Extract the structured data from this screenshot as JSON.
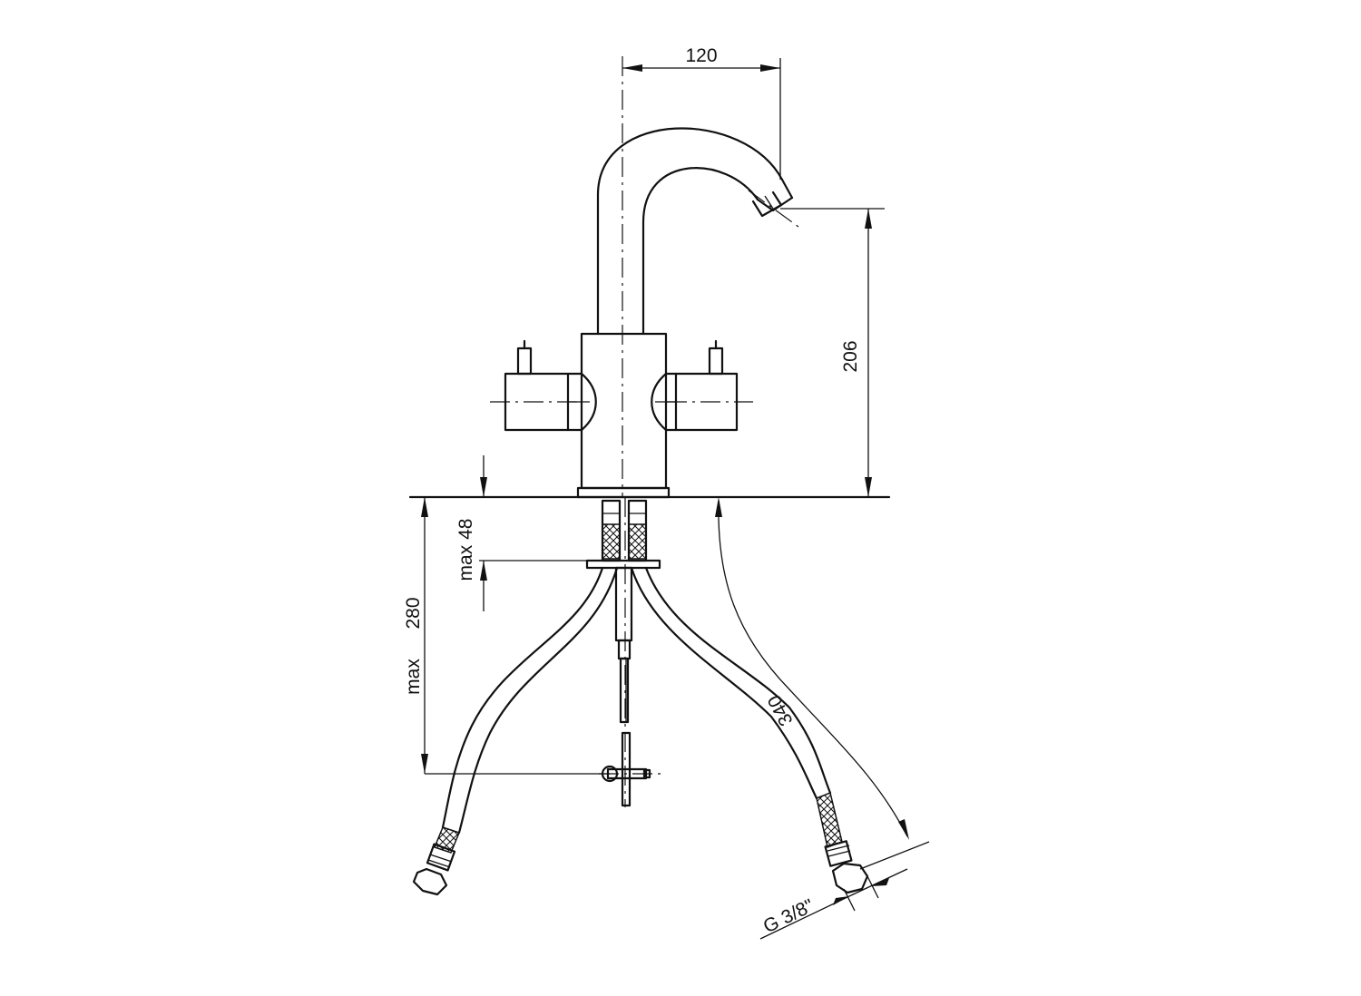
{
  "drawing": {
    "title": "",
    "dimensions": {
      "spout_reach": "120",
      "spout_height": "206",
      "max_thickness": "max 48",
      "max_depth_max": "max",
      "max_depth_value": "280",
      "hose_length": "340",
      "connection_thread": "G 3/8\""
    }
  }
}
